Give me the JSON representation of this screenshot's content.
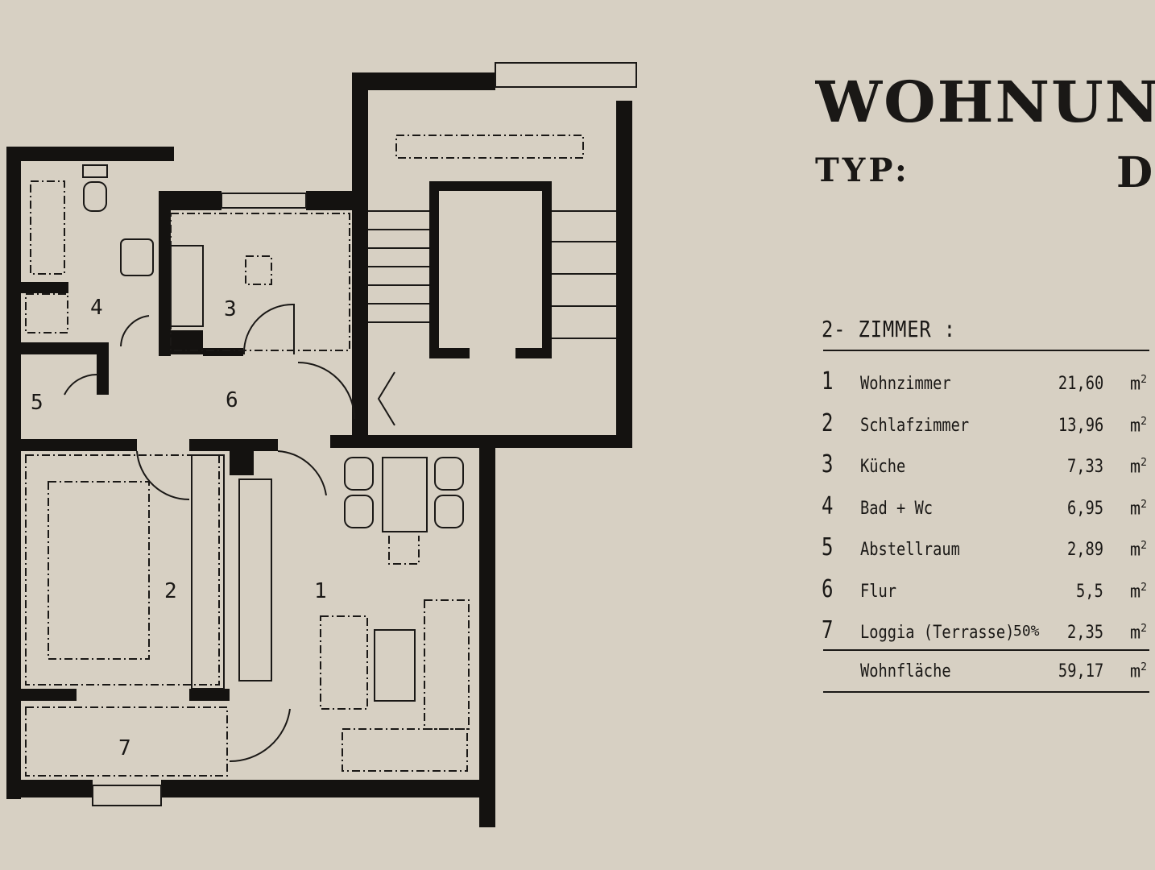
{
  "header": {
    "title": "WOHNUNG",
    "typ_label": "TYP:",
    "typ_value": "D"
  },
  "plan": {
    "room_labels": [
      "1",
      "2",
      "3",
      "4",
      "5",
      "6",
      "7"
    ]
  },
  "table": {
    "heading": "2- ZIMMER :",
    "unit": "m",
    "unit_exp": "2",
    "rows": [
      {
        "num": "1",
        "name": "Wohnzimmer",
        "note": "",
        "area": "21,60"
      },
      {
        "num": "2",
        "name": "Schlafzimmer",
        "note": "",
        "area": "13,96"
      },
      {
        "num": "3",
        "name": "Küche",
        "note": "",
        "area": "7,33"
      },
      {
        "num": "4",
        "name": "Bad + Wc",
        "note": "",
        "area": "6,95"
      },
      {
        "num": "5",
        "name": "Abstellraum",
        "note": "",
        "area": "2,89"
      },
      {
        "num": "6",
        "name": "Flur",
        "note": "",
        "area": "5,5"
      },
      {
        "num": "7",
        "name": "Loggia (Terrasse)",
        "note": "50%",
        "area": "2,35"
      }
    ],
    "total": {
      "name": "Wohnfläche",
      "area": "59,17"
    }
  },
  "colors": {
    "paper": "#d7d0c3",
    "ink": "#141210"
  }
}
